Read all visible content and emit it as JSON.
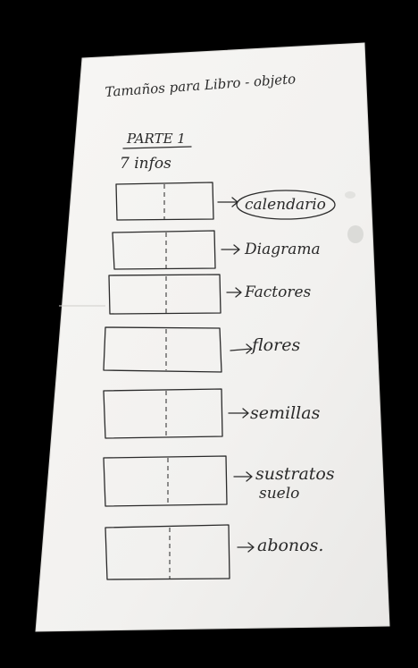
{
  "sheet": {
    "title": "Tamaños para Libro - objeto",
    "part_label": "PARTE 1",
    "infos_label": "7 infos"
  },
  "pages": [
    {
      "label": "calendario",
      "circled": true
    },
    {
      "label": "Diagrama"
    },
    {
      "label": "Factores"
    },
    {
      "label": "flores"
    },
    {
      "label": "semillas"
    },
    {
      "label": "sustratos",
      "label2": "suelo"
    },
    {
      "label": "abonos."
    }
  ],
  "colors": {
    "background": "#000000",
    "paper": "#f4f3f1",
    "ink": "#2a2a2a"
  }
}
